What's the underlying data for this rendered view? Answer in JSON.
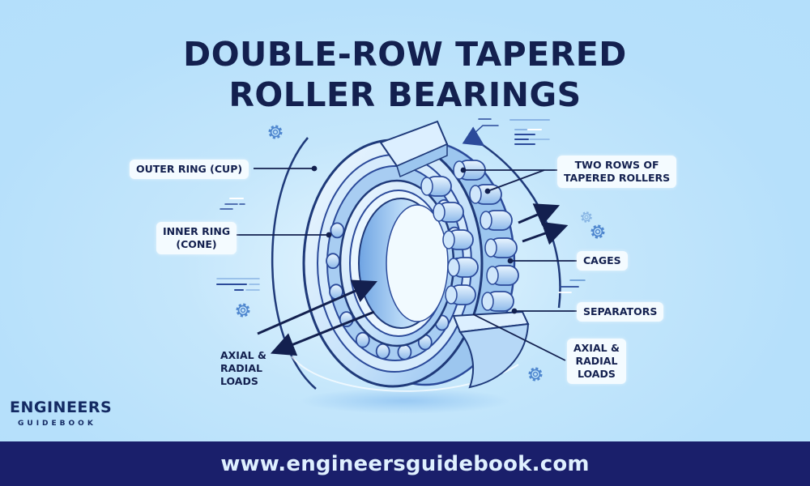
{
  "title": {
    "line1": "DOUBLE-ROW TAPERED",
    "line2": "ROLLER BEARINGS"
  },
  "labels": {
    "outer_ring": "OUTER RING (CUP)",
    "inner_ring_line1": "INNER RING",
    "inner_ring_line2": "(CONE)",
    "rollers_line1": "TWO ROWS OF",
    "rollers_line2": "TAPERED ROLLERS",
    "cages": "CAGES",
    "separators": "SEPARATORS",
    "loads_right_line1": "AXIAL &",
    "loads_right_line2": "RADIAL",
    "loads_right_line3": "LOADS",
    "loads_left_line1": "AXIAL &",
    "loads_left_line2": "RADIAL",
    "loads_left_line3": "LOADS"
  },
  "icons": [
    "gear-icon",
    "arrow-icon",
    "info-lines-icon"
  ],
  "colors": {
    "background": "#b6e0fb",
    "navy": "#13204f",
    "footer": "#1a1f6b",
    "bearing_fill": "#dbeefc",
    "bearing_line": "#2b4a9a"
  },
  "logo": {
    "main": "ENGINEERS",
    "sub": "GUIDEBOOK"
  },
  "footer": {
    "url": "www.engineersguidebook.com"
  }
}
